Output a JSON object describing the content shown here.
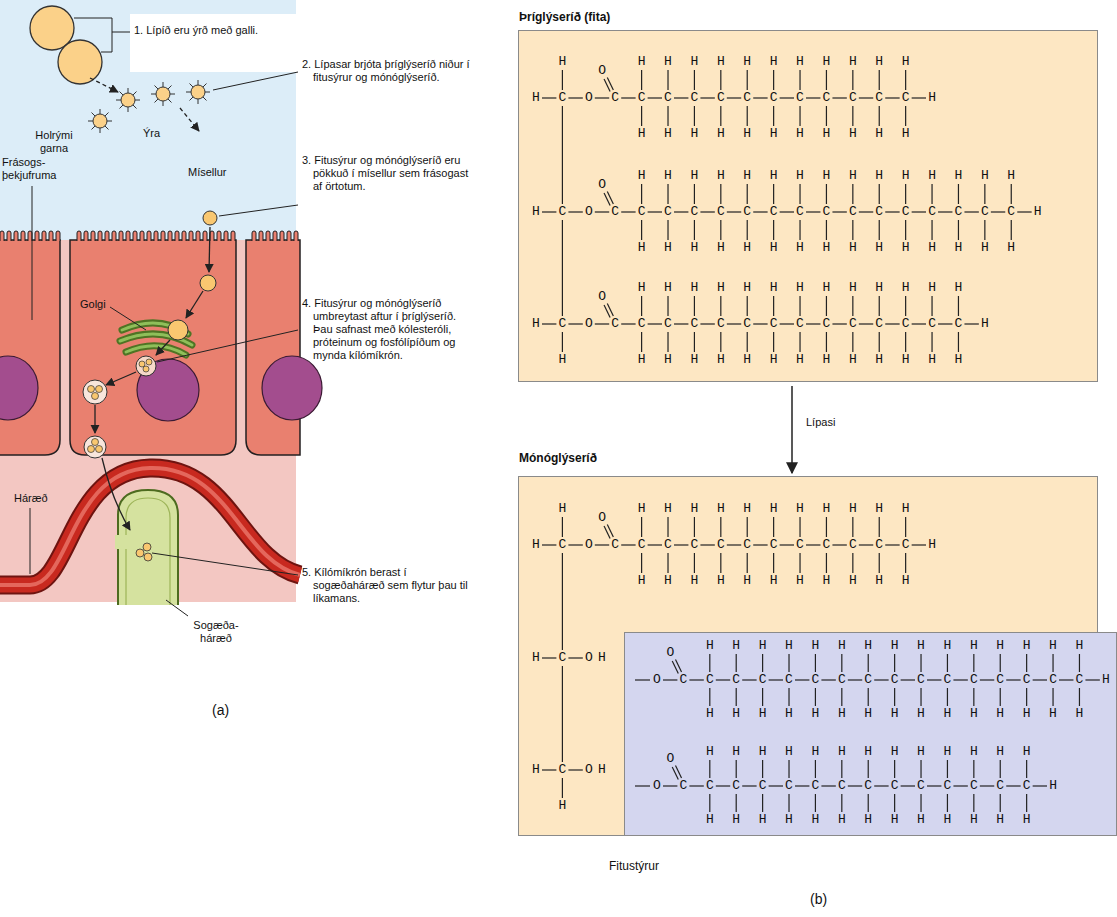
{
  "diagram": {
    "nodes": [
      {
        "text": [
          "Þríglýseríð (fita)"
        ]
      },
      {
        "text": [
          "Mónóglýseríð"
        ]
      },
      {
        "text": [
          "Fitustýrur"
        ]
      }
    ],
    "edges": [
      {
        "from": 0,
        "to": 1,
        "arrow": "to",
        "label": "Lípasi"
      }
    ],
    "labels": [
      "1. Lípíð eru ýrð með galli.",
      "2. Lípasar brjóta þríglýseríð niður í fitusýrur og mónóglýseríð.",
      "Holrými garna",
      "Ýra",
      "Frásogs- þekjufruma",
      "Mísellur",
      "3. Fitusýrur og mónóglýseríð eru pökkuð í mísellur sem frásogast af örtotum.",
      "Golgi",
      "4. Fitusýrur og mónóglýseríð umbreytast aftur í þríglýseríð. Þau safnast með kólesteróli, próteinum og fosfólípíðum og mynda kílómíkrón.",
      "Háræð",
      "5. Kílómíkrón berast í sogæðaháræð sem flytur þau til líkamans.",
      "Sogæða- háræð",
      "(a)",
      "H",
      "O",
      "H H H H H H H H H H H",
      "H C O C C C C C C C C C C C C H",
      "H H H H H H H H H H H",
      "O",
      "H H H H H H H H H H H H H H H",
      "H C O C C C C C C C C C C C C C C C C H",
      "H H H H H H H H H H H H H H H",
      "O",
      "H H H H H H H H H H H H H",
      "H C O C C C C C C C C C C C C C C H",
      "H H H H H H H H H H H H H",
      "H",
      "H",
      "O",
      "H H H H H H H H H H H",
      "H C O C C C C C C C C C C C C H",
      "H H H H H H H H H H H",
      "H C OH",
      "H C OH",
      "H",
      "O",
      "H H H H H H H H H H H H H H H",
      "O C C C C C C C C C C C C C C C C H",
      "H H H H H H H H H H H H H H H",
      "O",
      "H H H H H H H H H H H H H",
      "O C C C C C C C C C C C C C C H",
      "H H H H H H H H H H H H H",
      "(b)"
    ]
  }
}
